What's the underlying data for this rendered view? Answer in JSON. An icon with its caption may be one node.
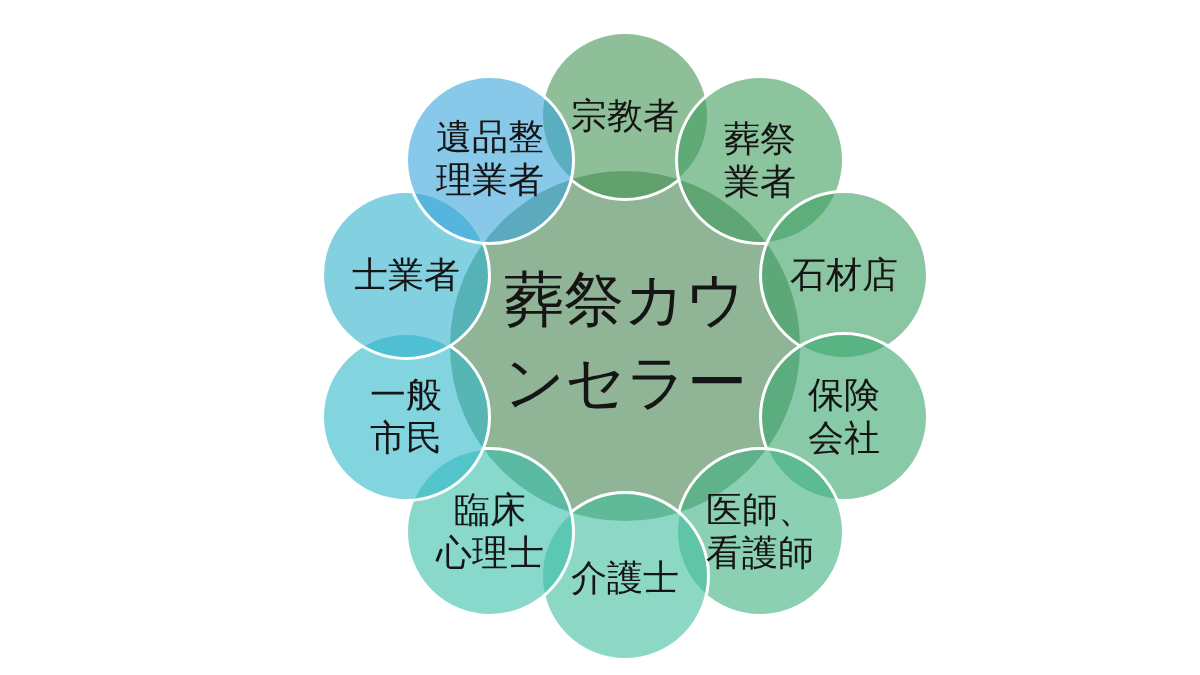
{
  "diagram": {
    "nodes": [
      {
        "text": [
          "葬祭カウンセラー"
        ]
      },
      {
        "text": [
          "宗教者"
        ]
      },
      {
        "text": [
          "葬祭業者"
        ]
      },
      {
        "text": [
          "石材店"
        ]
      },
      {
        "text": [
          "保険会社"
        ]
      },
      {
        "text": [
          "医師、看護師"
        ]
      },
      {
        "text": [
          "介護士"
        ]
      },
      {
        "text": [
          "臨床心理士"
        ]
      },
      {
        "text": [
          "一般市民"
        ]
      },
      {
        "text": [
          "士業者"
        ]
      },
      {
        "text": [
          "遺品整理業者"
        ]
      }
    ]
  }
}
